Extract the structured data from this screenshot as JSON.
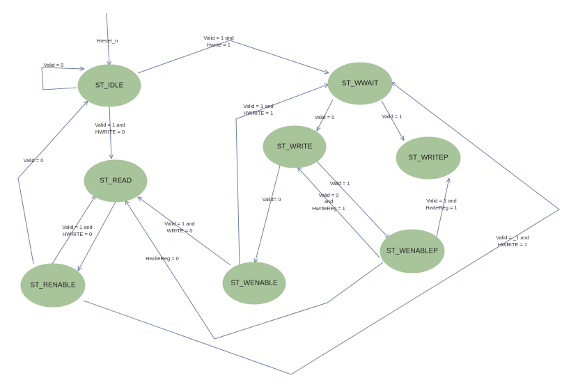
{
  "diagram": {
    "states": {
      "idle": "ST_IDLE",
      "read": "ST_READ",
      "renable": "ST_RENABLE",
      "wwait": "ST_WWAIT",
      "write": "ST_WRITE",
      "writep": "ST_WRITEP",
      "wenable": "ST_WENABLE",
      "wenablep": "ST_WENABLEP"
    },
    "labels": {
      "hreset": "Hreset_n",
      "idle_self": "Valid = 0",
      "idle_to_wwait_1": "Valid = 1 and",
      "idle_to_wwait_2": "Hwrite = 1",
      "idle_to_read_1": "Valid = 1 and",
      "idle_to_read_2": "HWRITE = 0",
      "renable_to_idle": "Valid = 0",
      "renable_to_read_1": "Valid = 1 and",
      "renable_to_read_2": "HWRITE = 0",
      "wenable_to_wwait_1": "Valid = 1 and",
      "wenable_to_wwait_2": "HWRITE = 1",
      "wwait_to_write": "Valid = 0",
      "wwait_to_writep": "Valid = 1",
      "write_to_wenable": "Valid= 0",
      "write_to_wenablep": "Valid = 1",
      "wenablep_to_write_1": "Valid = 0",
      "wenablep_to_write_2": "and",
      "wenablep_to_write_3": "HwriteReg = 1",
      "wenablep_to_writep_1": "Valid = 1 and",
      "wenablep_to_writep_2": "HwiteReg = 1",
      "wenable_to_read_1": "Valid = 1 and",
      "wenable_to_read_2": "WRITE = 0",
      "hwritereg_0": "HwriteReg = 0",
      "renable_to_wwait_1": "Valid = _1 and",
      "renable_to_wwait_2": "HWRITE = 1"
    },
    "colors": {
      "state_fill": "#a8c49a",
      "edge": "#6f7fa8"
    }
  }
}
